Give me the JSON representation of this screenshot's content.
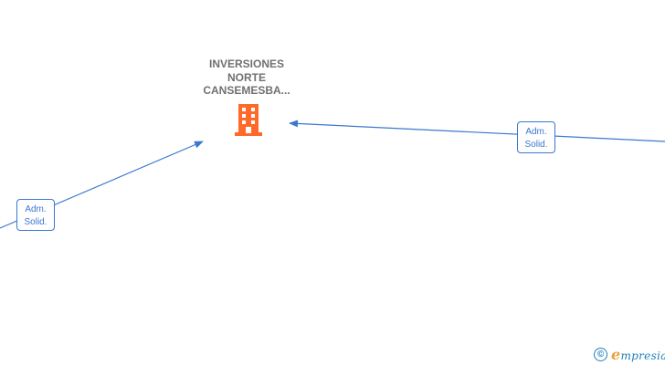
{
  "company": {
    "name_lines": [
      "INVERSIONES",
      "NORTE",
      "CANSEMESBA..."
    ],
    "icon": "building-icon",
    "icon_color": "#ff6a2b"
  },
  "relations": [
    {
      "id": "left",
      "label_lines": [
        "Adm.",
        "Solid."
      ]
    },
    {
      "id": "right",
      "label_lines": [
        "Adm.",
        "Solid."
      ]
    }
  ],
  "edge_color": "#3a78d0",
  "watermark": {
    "copyright_symbol": "©",
    "brand_initial": "e",
    "brand_rest": "mpresia"
  }
}
